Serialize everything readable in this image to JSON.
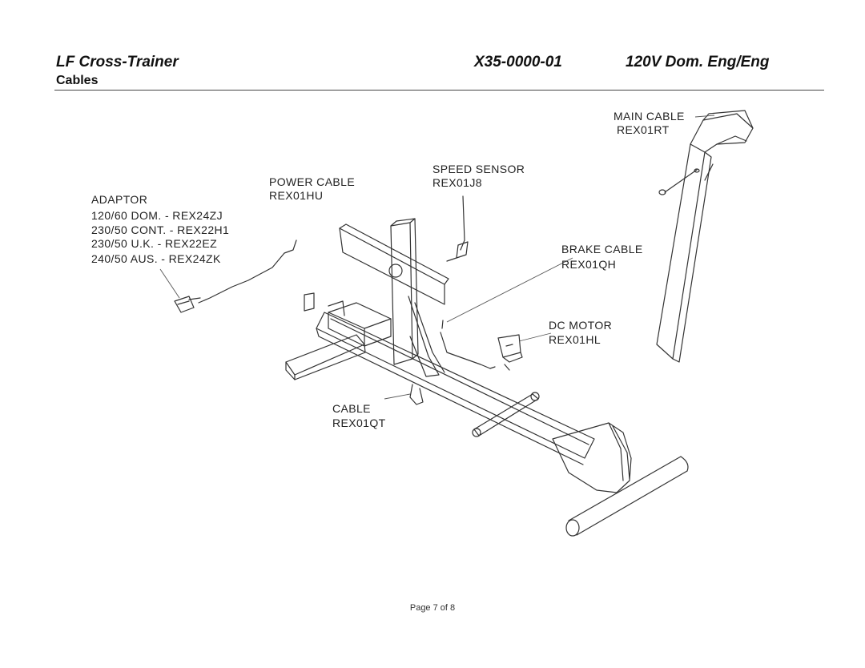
{
  "header": {
    "title": "LF  Cross-Trainer",
    "part_number": "X35-0000-01",
    "voltage": "120V Dom. Eng/Eng",
    "subtitle": "Cables"
  },
  "labels": {
    "main_cable": {
      "name": "MAIN CABLE",
      "code": "REX01RT"
    },
    "speed_sensor": {
      "name": "SPEED SENSOR",
      "code": "REX01J8"
    },
    "power_cable": {
      "name": "POWER CABLE",
      "code": "REX01HU"
    },
    "adaptor": {
      "name": "ADAPTOR",
      "lines": [
        "120/60 DOM. - REX24ZJ",
        "230/50 CONT. - REX22H1",
        "230/50 U.K. - REX22EZ",
        "240/50 AUS. - REX24ZK"
      ]
    },
    "brake_cable": {
      "name": "BRAKE CABLE",
      "code": "REX01QH"
    },
    "dc_motor": {
      "name": "DC MOTOR",
      "code": "REX01HL"
    },
    "cable": {
      "name": "CABLE",
      "code": "REX01QT"
    }
  },
  "footer": "Page  7 of 8"
}
